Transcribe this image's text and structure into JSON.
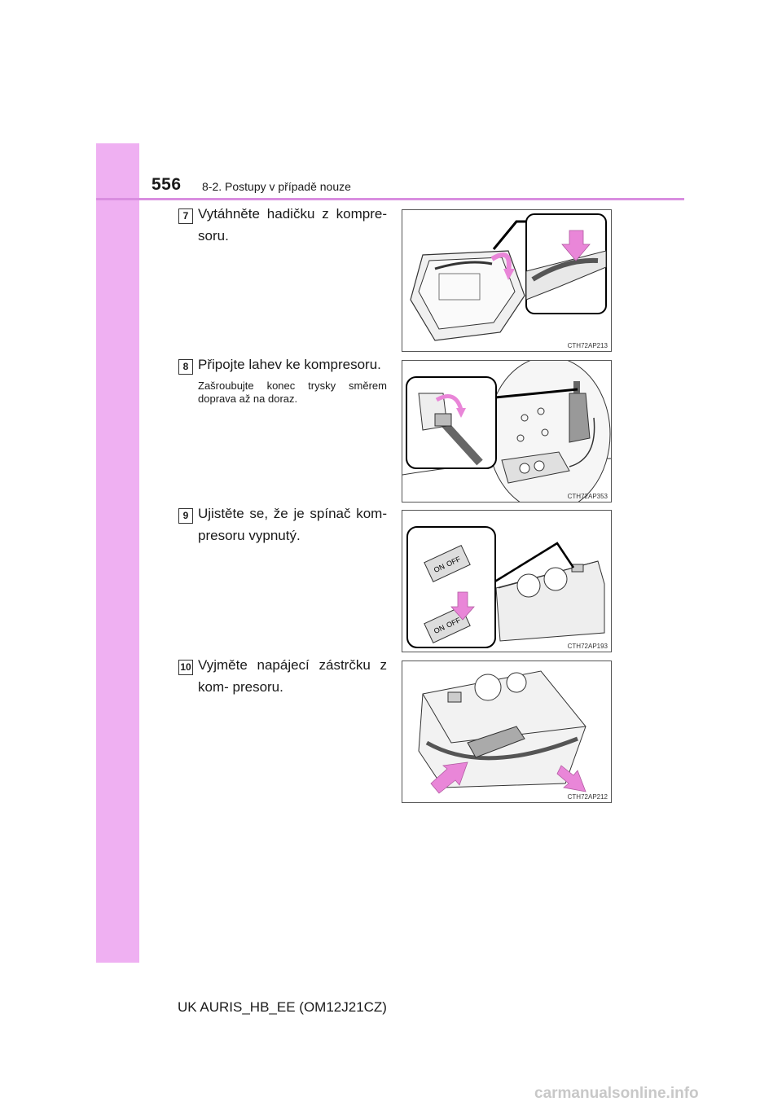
{
  "header": {
    "page_number": "556",
    "section": "8-2. Postupy v případě nouze"
  },
  "steps": [
    {
      "number": "7",
      "text": "Vytáhněte hadičku z kompre- soru.",
      "figure_code": "CTH72AP213"
    },
    {
      "number": "8",
      "text": "Připojte lahev ke kompresoru.",
      "note": "Zašroubujte konec trysky směrem doprava až na doraz.",
      "figure_code": "CTH72AP353"
    },
    {
      "number": "9",
      "text": "Ujistěte se, že je spínač kom- presoru vypnutý.",
      "figure_code": "CTH72AP193",
      "switch_on": "ON",
      "switch_off": "OFF"
    },
    {
      "number": "10",
      "text": "Vyjměte napájecí zástrčku z kom- presoru.",
      "figure_code": "CTH72AP212"
    }
  ],
  "footer": {
    "model": "UK AURIS_HB_EE (OM12J21CZ)"
  },
  "watermark": "carmanualsonline.info",
  "colors": {
    "sidebar": "#efb0f2",
    "rule": "#d98ee0",
    "arrow": "#e986d8"
  }
}
